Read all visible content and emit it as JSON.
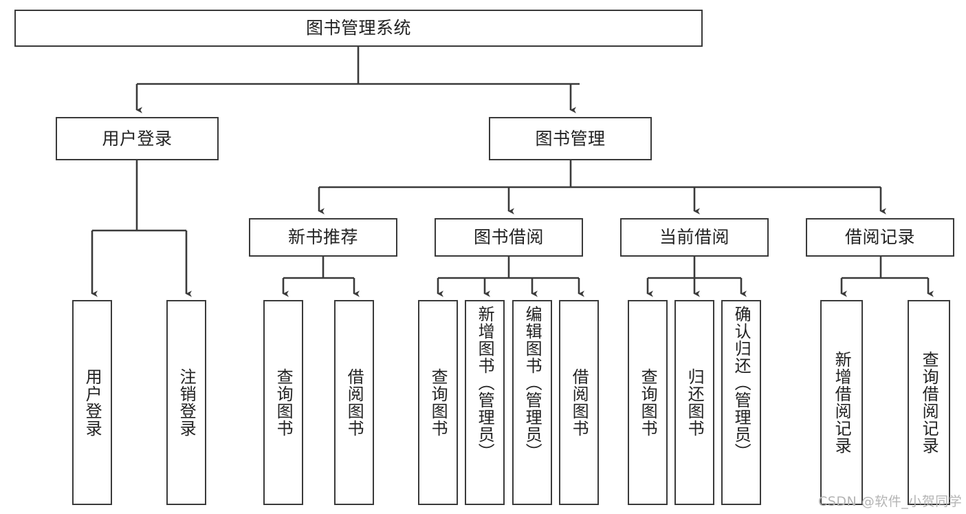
{
  "diagram": {
    "title": "图书管理系统",
    "type": "tree",
    "root": {
      "label": "图书管理系统"
    },
    "level2": [
      {
        "label": "用户登录"
      },
      {
        "label": "图书管理"
      }
    ],
    "level3": [
      {
        "label": "新书推荐"
      },
      {
        "label": "图书借阅"
      },
      {
        "label": "当前借阅"
      },
      {
        "label": "借阅记录"
      }
    ],
    "leaves": {
      "user_login": [
        {
          "label": "用户登录"
        },
        {
          "label": "注销登录"
        }
      ],
      "new_book_recommend": [
        {
          "label": "查询图书"
        },
        {
          "label": "借阅图书"
        }
      ],
      "book_borrow": [
        {
          "label": "查询图书"
        },
        {
          "label": "新增图书（管理员）"
        },
        {
          "label": "编辑图书（管理员）"
        },
        {
          "label": "借阅图书"
        }
      ],
      "current_borrow": [
        {
          "label": "查询图书"
        },
        {
          "label": "归还图书"
        },
        {
          "label": "确认归还（管理员）"
        }
      ],
      "borrow_record": [
        {
          "label": "新增借阅记录"
        },
        {
          "label": "查询借阅记录"
        }
      ]
    }
  },
  "watermark": {
    "text": "CSDN @软件_小贺同学"
  },
  "colors": {
    "background": "#ffffff",
    "node_border": "#3a3a3a",
    "node_fill": "#ffffff",
    "text": "#222222",
    "edge": "#3a3a3a",
    "watermark": "#b4b4b4"
  }
}
